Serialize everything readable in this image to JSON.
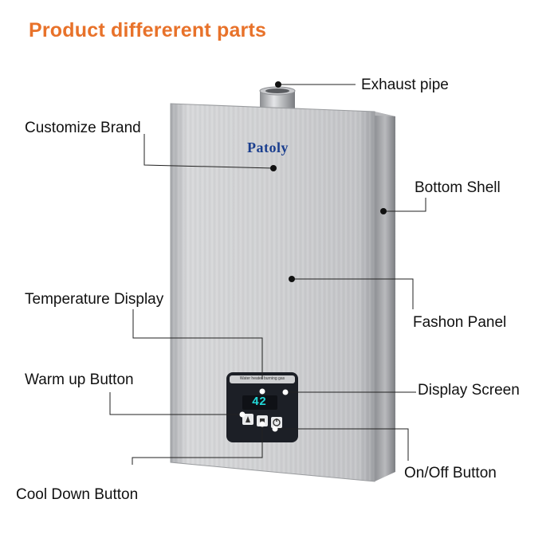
{
  "title": "Product differerent parts",
  "brand": "Patoly",
  "screen": {
    "header_text": "Water heater burning gas",
    "temperature": "42"
  },
  "labels": {
    "exhaust_pipe": "Exhaust pipe",
    "customize_brand": "Customize Brand",
    "bottom_shell": "Bottom Shell",
    "temperature_display": "Temperature Display",
    "fashion_panel": "Fashon Panel",
    "warm_up_button": "Warm up Button",
    "display_screen": "Display Screen",
    "cool_down_button": "Cool Down Button",
    "on_off_button": "On/Off Button"
  },
  "colors": {
    "title": "#e8722a",
    "brand": "#1b3f8f",
    "panel": "#c9cacc",
    "screen": "#1c1f26"
  }
}
